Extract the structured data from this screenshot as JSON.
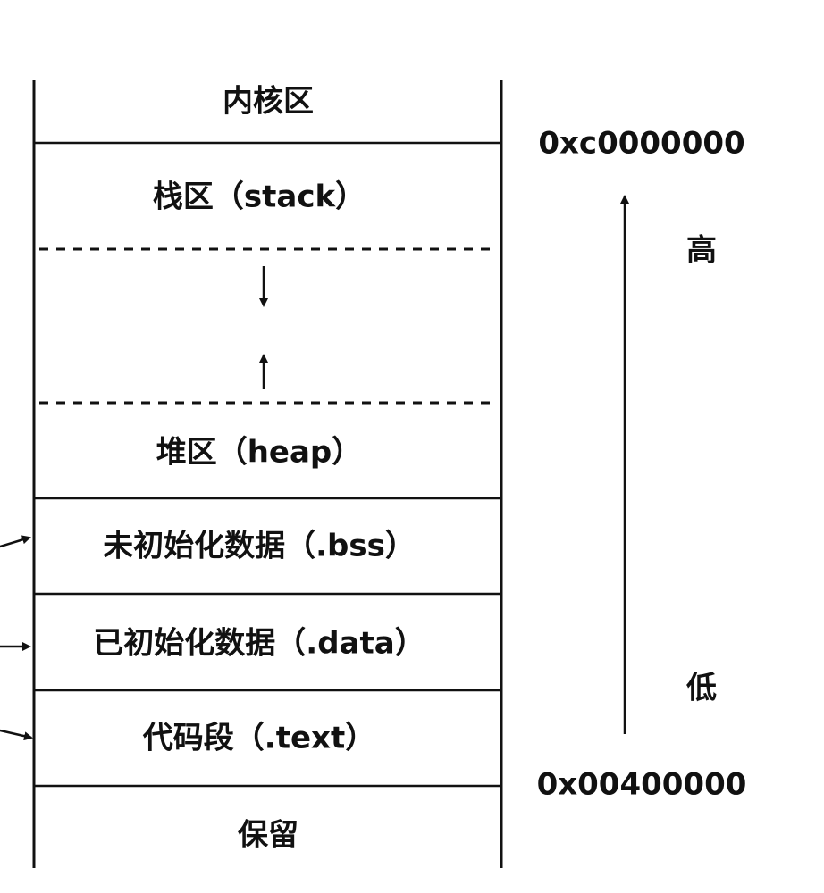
{
  "segments": {
    "kernel": "内核区",
    "stack": "栈区（stack）",
    "heap": "堆区（heap）",
    "bss": "未初始化数据（.bss）",
    "data": "已初始化数据（.data）",
    "text": "代码段（.text）",
    "reserved": "保留"
  },
  "addresses": {
    "high": "0xc0000000",
    "low": "0x00400000"
  },
  "labels": {
    "high": "高",
    "low": "低"
  }
}
